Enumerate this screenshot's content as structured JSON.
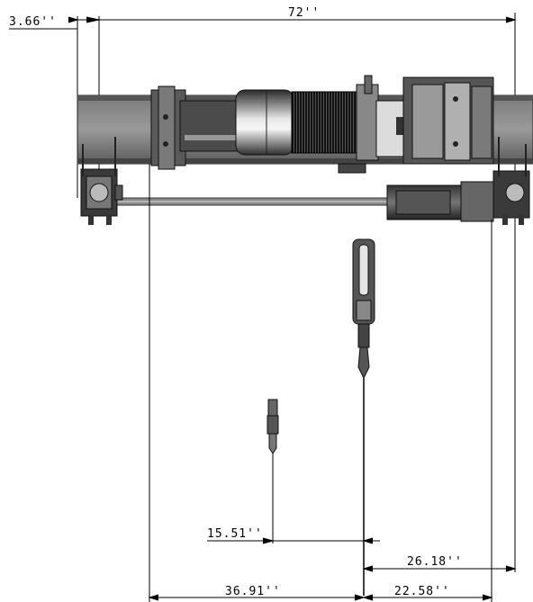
{
  "dimensions": {
    "left_offset": "3.66''",
    "total_span": "72''",
    "hook_small_offset": "15.51''",
    "hook_large_right": "26.18''",
    "left_approach": "36.91''",
    "right_approach": "22.58''"
  },
  "colors": {
    "line": "#000000",
    "steel_dark": "#3a3a3a",
    "steel_mid": "#6b6b6b",
    "steel_light": "#bdbdbd",
    "highlight": "#f2f2f2"
  }
}
